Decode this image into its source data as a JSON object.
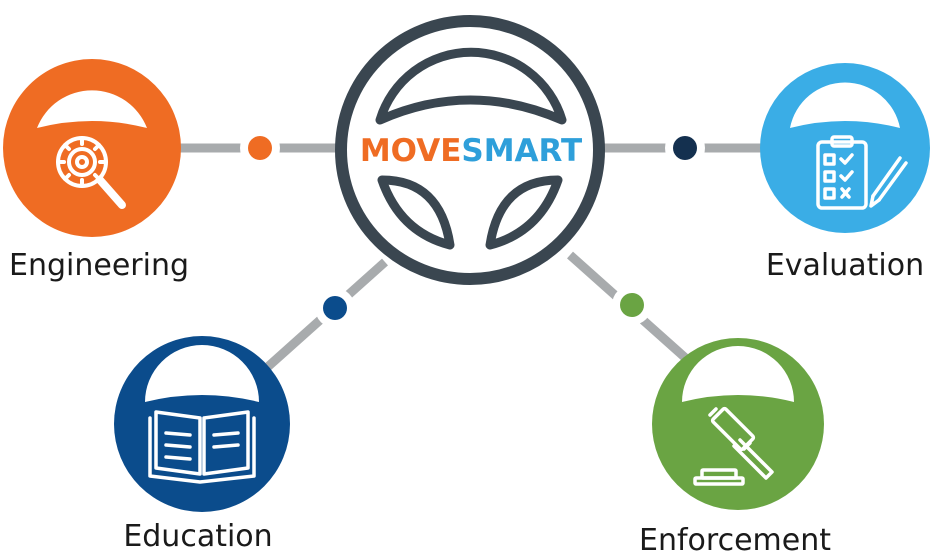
{
  "brand": {
    "part1": "MOVE",
    "part2": "SMART",
    "color1": "#ef6c23",
    "color2": "#2e9fda"
  },
  "colors": {
    "connector": "#a8abad",
    "wheel_outline": "#3a4650",
    "engineering": "#ef6c23",
    "evaluation": "#3aade6",
    "education": "#0b4c8c",
    "enforcement": "#6aa443",
    "evaluation_dot": "#14304f"
  },
  "nodes": {
    "engineering": {
      "label": "Engineering",
      "icon": "gear-magnifier-icon"
    },
    "evaluation": {
      "label": "Evaluation",
      "icon": "clipboard-checklist-icon"
    },
    "education": {
      "label": "Education",
      "icon": "open-book-icon"
    },
    "enforcement": {
      "label": "Enforcement",
      "icon": "gavel-icon"
    }
  }
}
